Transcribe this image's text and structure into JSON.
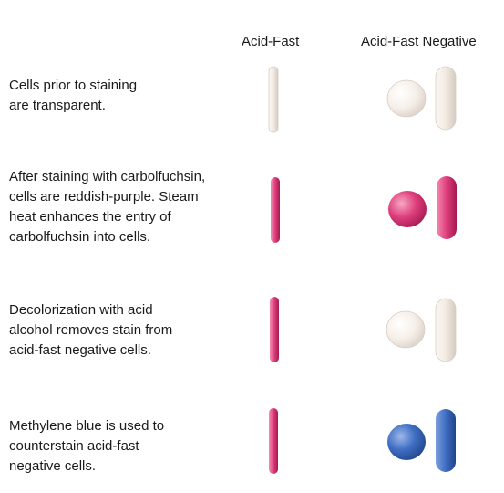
{
  "columns": {
    "acid_fast": "Acid-Fast",
    "acid_fast_negative": "Acid-Fast Negative"
  },
  "steps": [
    {
      "text": "Cells prior to staining\nare transparent.",
      "acid_fast_color": "transparent",
      "negative_color": "transparent"
    },
    {
      "text": "After staining with carbolfuchsin,\ncells are reddish-purple. Steam\nheat enhances the entry of\ncarbolfuchsin into cells.",
      "acid_fast_color": "reddish-purple",
      "negative_color": "reddish-purple"
    },
    {
      "text": "Decolorization with acid\nalcohol removes stain from\nacid-fast negative cells.",
      "acid_fast_color": "reddish-purple",
      "negative_color": "transparent"
    },
    {
      "text": "Methylene blue is used to\ncounterstain acid-fast\nnegative cells.",
      "acid_fast_color": "reddish-purple",
      "negative_color": "blue"
    }
  ],
  "colors": {
    "transparent": "#f6efe9",
    "reddish-purple": "#de3f7c",
    "blue": "#3f6ec2",
    "text": "#1a1a1a"
  }
}
